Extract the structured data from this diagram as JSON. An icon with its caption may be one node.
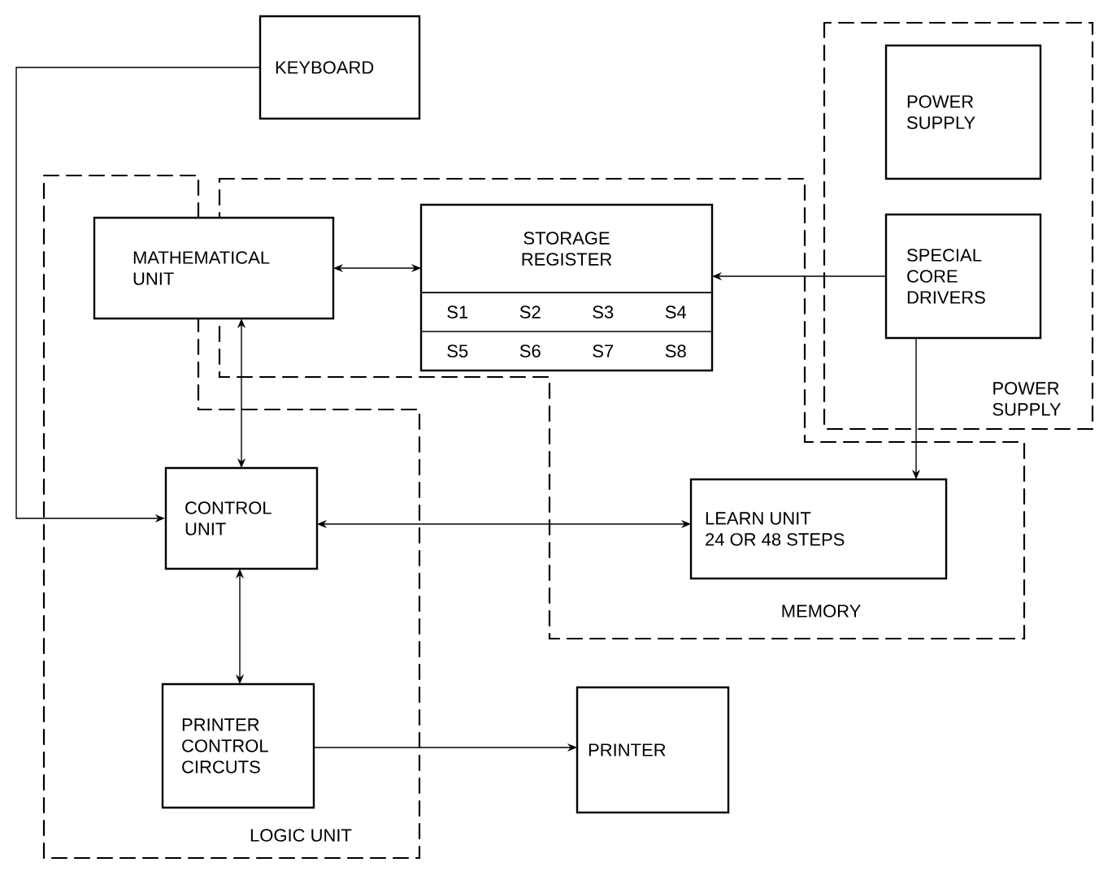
{
  "diagram": {
    "nodes": [
      {
        "text": [
          "KEYBOARD"
        ]
      },
      {
        "text": [
          "POWER SUPPLY"
        ]
      },
      {
        "text": [
          "POWER SUPPLY"
        ],
        "in": 1
      },
      {
        "text": [
          "SPECIAL CORE DRIVERS"
        ],
        "in": 1
      },
      {
        "text": [
          "LOGIC UNIT"
        ]
      },
      {
        "text": [
          "MEMORY"
        ]
      },
      {
        "text": [
          "MATHEMATICAL UNIT"
        ]
      },
      {
        "text": [
          "STORAGE REGISTER",
          "S1",
          "S2",
          "S3",
          "S4",
          "S5",
          "S6",
          "S7",
          "S8"
        ],
        "in": 5
      },
      {
        "text": [
          "CONTROL UNIT"
        ],
        "in": 4
      },
      {
        "text": [
          "LEARN UNIT",
          "24 OR 48 STEPS"
        ],
        "in": 5
      },
      {
        "text": [
          "PRINTER CONTROL CIRCUTS"
        ],
        "in": 4
      },
      {
        "text": [
          "PRINTER"
        ]
      }
    ],
    "edges": [
      {
        "from": 0,
        "to": 8,
        "arrow": "to"
      },
      {
        "from": 6,
        "to": 7,
        "arrow": "both"
      },
      {
        "from": 6,
        "to": 8,
        "arrow": "both"
      },
      {
        "from": 3,
        "to": 7,
        "arrow": "to"
      },
      {
        "from": 3,
        "to": 9,
        "arrow": "to"
      },
      {
        "from": 8,
        "to": 9,
        "arrow": "both"
      },
      {
        "from": 8,
        "to": 10,
        "arrow": "both"
      },
      {
        "from": 10,
        "to": 11,
        "arrow": "to"
      }
    ]
  }
}
